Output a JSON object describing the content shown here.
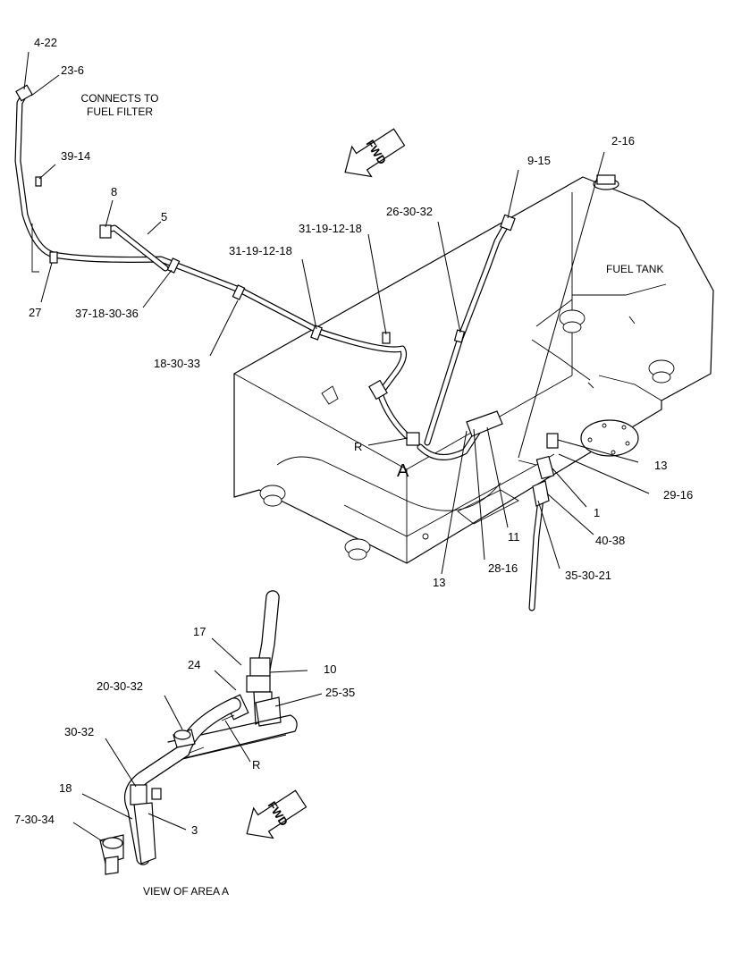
{
  "notes": {
    "connects_to": "CONNECTS TO",
    "fuel_filter": "FUEL FILTER",
    "fuel_tank": "FUEL TANK",
    "view_of_area": "VIEW OF AREA A",
    "area_letter": "A"
  },
  "arrows": {
    "fwd_top": "FWD",
    "fwd_bottom": "FWD"
  },
  "callouts": {
    "c_4_22": "4-22",
    "c_23_6": "23-6",
    "c_39_14": "39-14",
    "c_8": "8",
    "c_5": "5",
    "c_27": "27",
    "c_37_18_30_36": "37-18-30-36",
    "c_18_30_33": "18-30-33",
    "c_31_19_12_18_a": "31-19-12-18",
    "c_31_19_12_18_b": "31-19-12-18",
    "c_26_30_32": "26-30-32",
    "c_9_15": "9-15",
    "c_2_16": "2-16",
    "c_r_top": "R",
    "c_13_right": "13",
    "c_29_16": "29-16",
    "c_1": "1",
    "c_40_38": "40-38",
    "c_35_30_21": "35-30-21",
    "c_11": "11",
    "c_28_16": "28-16",
    "c_13_bottom": "13",
    "c_17": "17",
    "c_10": "10",
    "c_24": "24",
    "c_25_35": "25-35",
    "c_20_30_32": "20-30-32",
    "c_30_32": "30-32",
    "c_r_bottom": "R",
    "c_18": "18",
    "c_7_30_34": "7-30-34",
    "c_3": "3"
  }
}
